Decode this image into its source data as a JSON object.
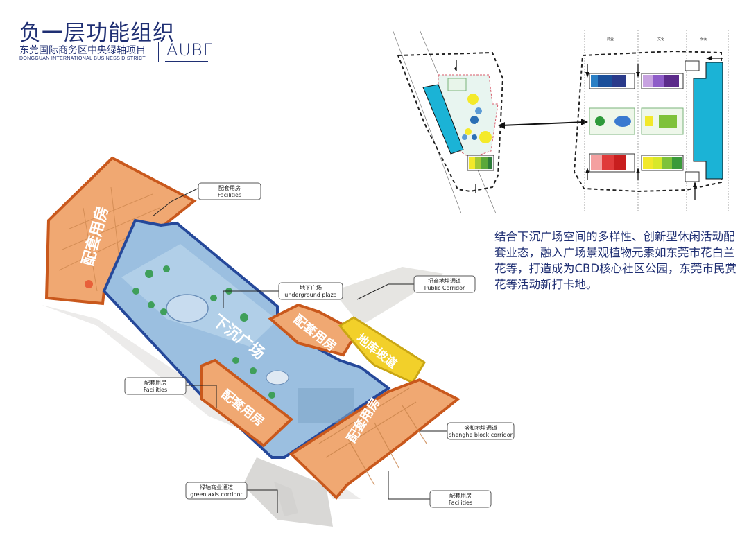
{
  "header": {
    "title": "负一层功能组织",
    "subtitle_cn": "东莞国际商务区中央绿轴项目",
    "subtitle_en": "DONGGUAN INTERNATIONAL BUSINESS DISTRICT",
    "brand": "AUBE"
  },
  "description": "结合下沉广场空间的多样性、创新型休闲活动配套业态，融入广场景观植物元素如东莞市花白兰花等，打造成为CBD核心社区公园，东莞市民赏花等活动新打卡地。",
  "plan_labels": {
    "left_area": "配套用房",
    "center_plaza": "下沉广场",
    "center_right": "配套用房",
    "ramp": "地库坡道",
    "lower_left": "配套用房",
    "lower_right": "配套用房"
  },
  "callouts": [
    {
      "id": "facilities-top",
      "cn": "配套用房",
      "en": "Facilities"
    },
    {
      "id": "underground-plaza",
      "cn": "地下广场",
      "en": "underground plaza"
    },
    {
      "id": "public-corridor",
      "cn": "招商地块通道",
      "en": "Public Corridor"
    },
    {
      "id": "facilities-left",
      "cn": "配套用房",
      "en": "Facilities"
    },
    {
      "id": "shenghe",
      "cn": "盛和地块通道",
      "en": "shenghe block corridor"
    },
    {
      "id": "green-axis",
      "cn": "绿轴商业通道",
      "en": "green axis corridor"
    },
    {
      "id": "facilities-bottom",
      "cn": "配套用房",
      "en": "Facilities"
    }
  ],
  "colors": {
    "brand": "#1f2f73",
    "facility_orange": "#f0a872",
    "facility_border": "#c9581c",
    "plaza_blue": "#9bbfe0",
    "plaza_border": "#25489a",
    "ramp_yellow": "#f2d02a",
    "cyan": "#1bb3d6"
  }
}
